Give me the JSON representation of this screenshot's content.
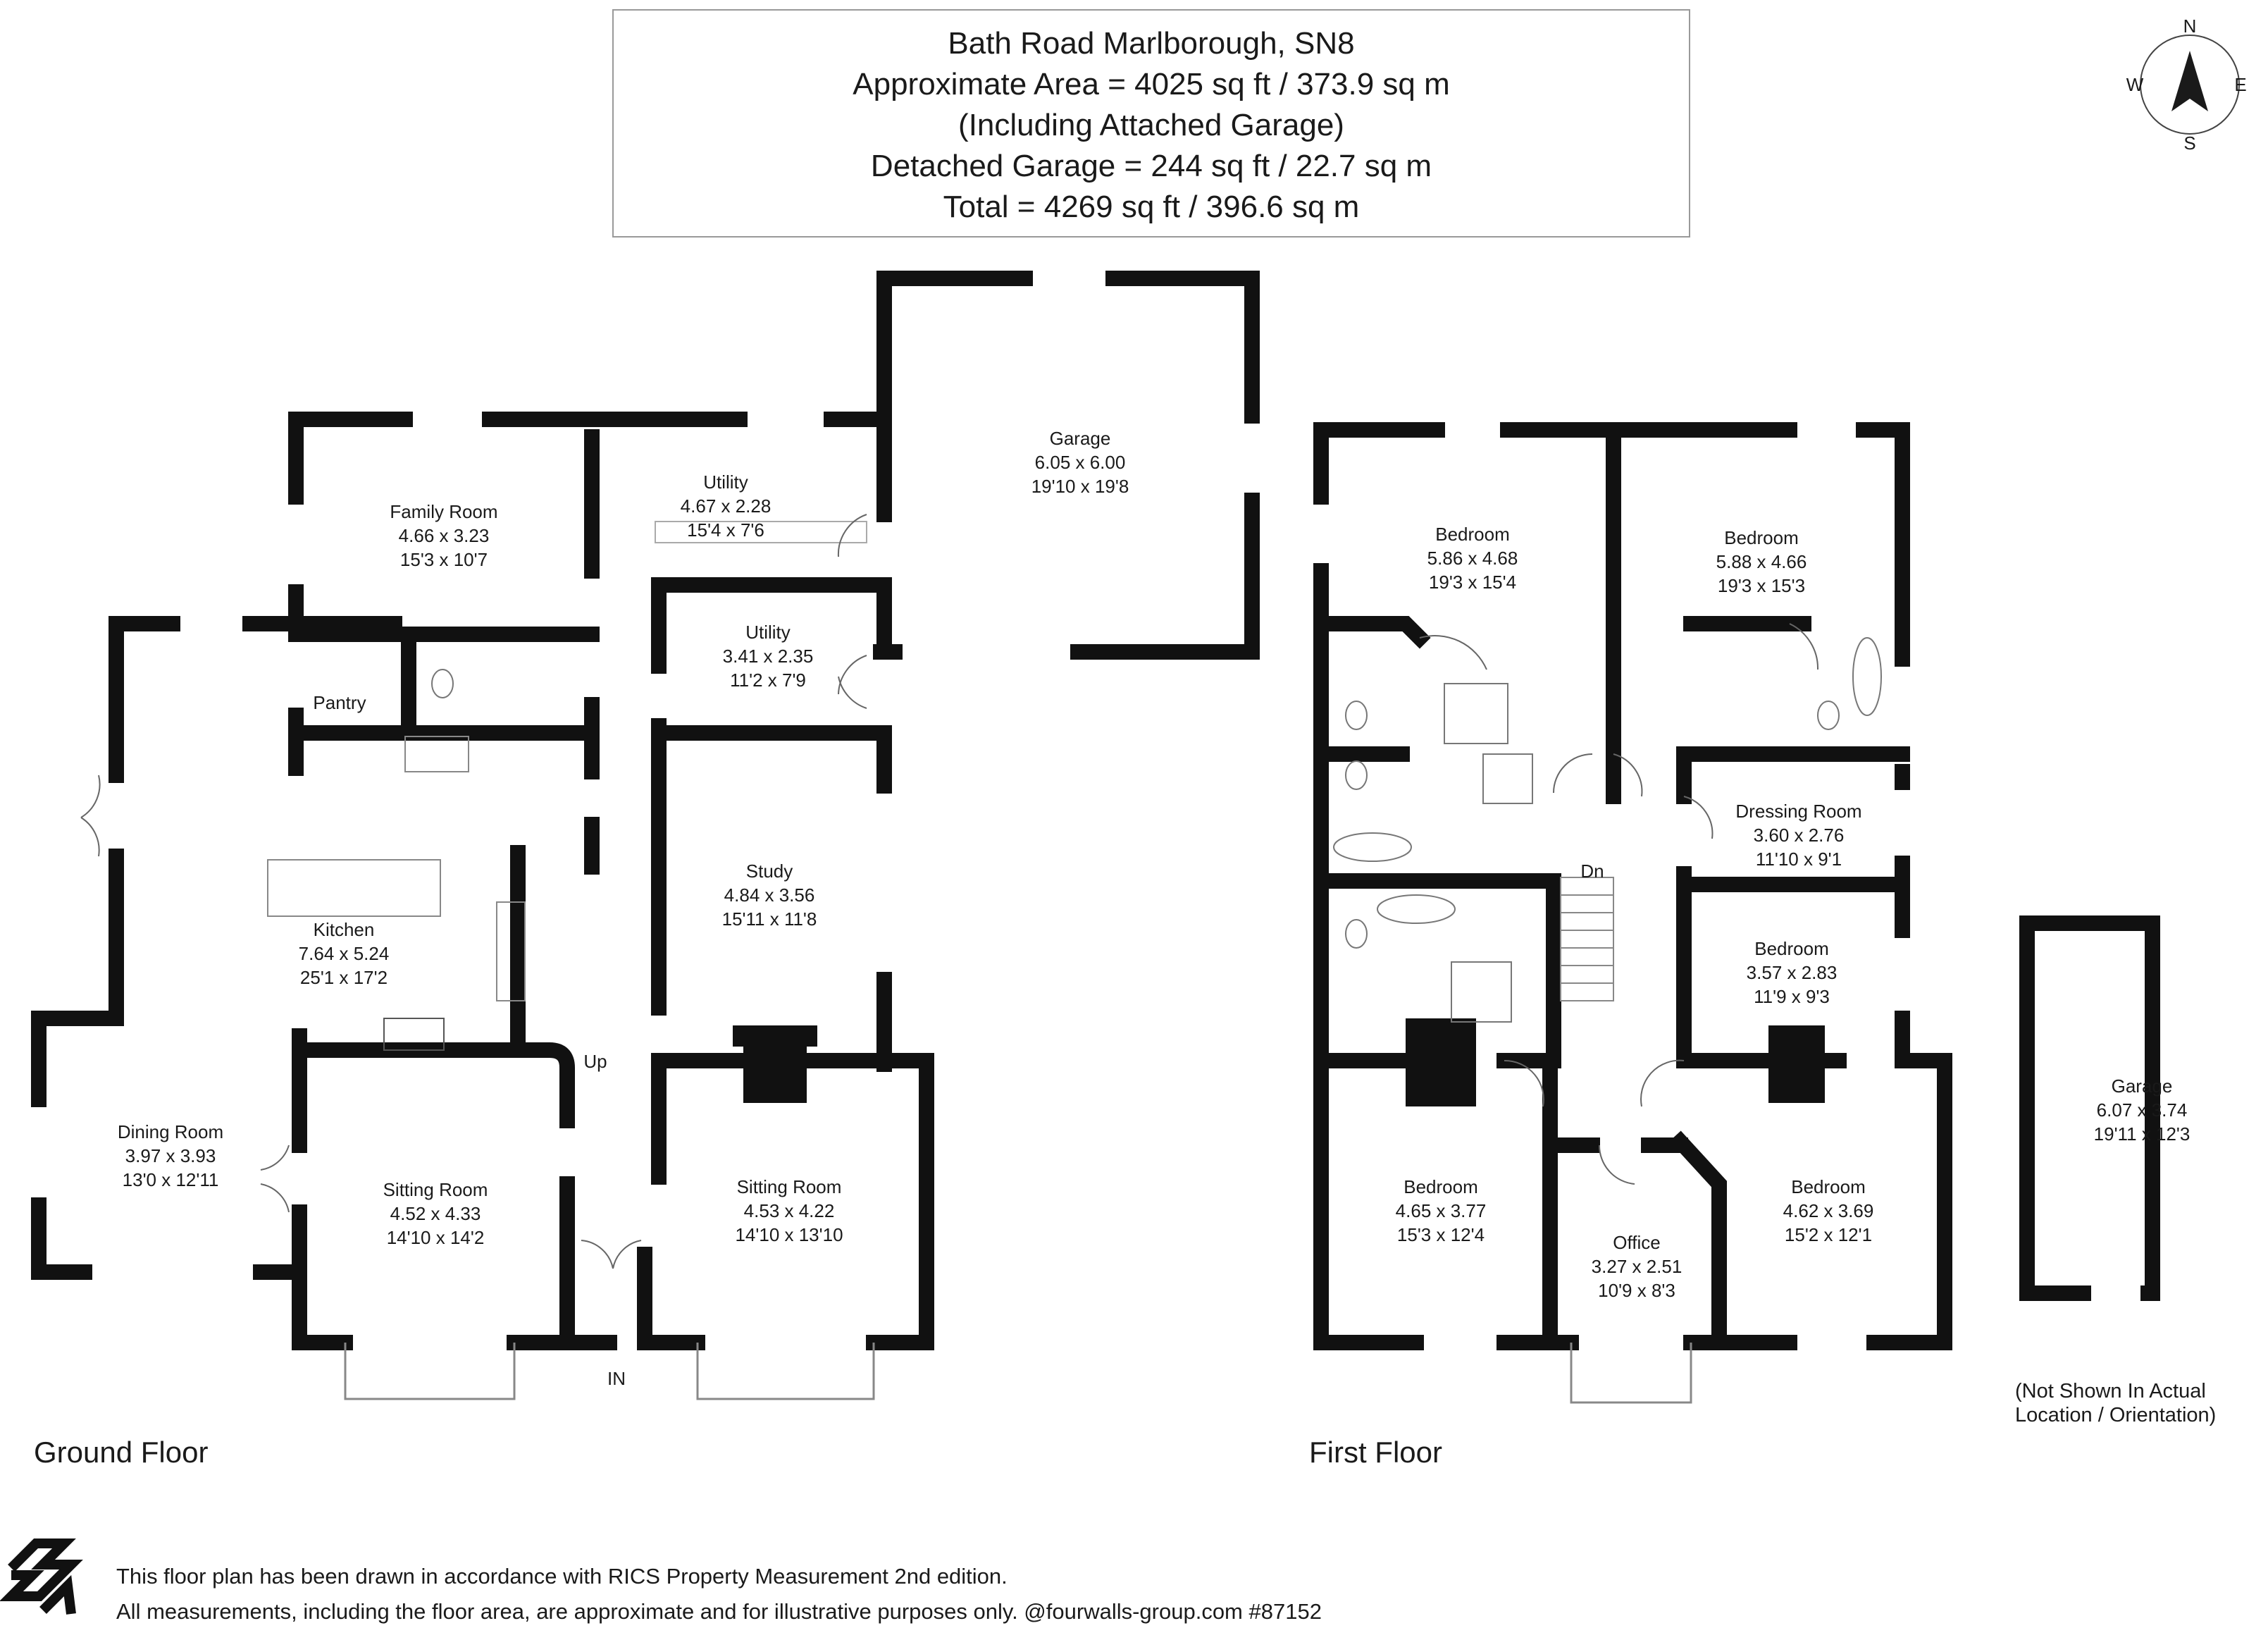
{
  "header": {
    "line1": "Bath Road Marlborough, SN8",
    "line2": "Approximate Area = 4025 sq ft / 373.9 sq m",
    "line3": "(Including Attached Garage)",
    "line4": "Detached Garage = 244 sq ft / 22.7 sq m",
    "line5": "Total = 4269 sq ft / 396.6 sq m"
  },
  "compass": {
    "n": "N",
    "e": "E",
    "s": "S",
    "w": "W",
    "icon": "north-arrow-icon"
  },
  "floors": {
    "ground": "Ground Floor",
    "first": "First Floor"
  },
  "ground_rooms": {
    "family_room": [
      "Family Room",
      "4.66 x 3.23",
      "15'3 x 10'7"
    ],
    "utility1": [
      "Utility",
      "4.67 x 2.28",
      "15'4 x 7'6"
    ],
    "garage": [
      "Garage",
      "6.05 x 6.00",
      "19'10 x 19'8"
    ],
    "utility2": [
      "Utility",
      "3.41 x 2.35",
      "11'2 x 7'9"
    ],
    "pantry": [
      "Pantry"
    ],
    "kitchen": [
      "Kitchen",
      "7.64 x 5.24",
      "25'1 x 17'2"
    ],
    "study": [
      "Study",
      "4.84 x 3.56",
      "15'11 x 11'8"
    ],
    "dining_room": [
      "Dining Room",
      "3.97 x 3.93",
      "13'0 x 12'11"
    ],
    "sitting_room_left": [
      "Sitting Room",
      "4.52 x 4.33",
      "14'10 x 14'2"
    ],
    "sitting_room_right": [
      "Sitting Room",
      "4.53 x 4.22",
      "14'10 x 13'10"
    ],
    "up": "Up",
    "entrance": "IN"
  },
  "first_rooms": {
    "bedroom_nw": [
      "Bedroom",
      "5.86 x 4.68",
      "19'3 x 15'4"
    ],
    "bedroom_ne": [
      "Bedroom",
      "5.88 x 4.66",
      "19'3 x 15'3"
    ],
    "dressing_room": [
      "Dressing Room",
      "3.60 x 2.76",
      "11'10 x 9'1"
    ],
    "bedroom_e": [
      "Bedroom",
      "3.57 x 2.83",
      "11'9 x 9'3"
    ],
    "bedroom_sw": [
      "Bedroom",
      "4.65 x 3.77",
      "15'3 x 12'4"
    ],
    "office": [
      "Office",
      "3.27 x 2.51",
      "10'9 x 8'3"
    ],
    "bedroom_se": [
      "Bedroom",
      "4.62 x 3.69",
      "15'2 x 12'1"
    ],
    "down": "Dn"
  },
  "detached_garage": {
    "label": [
      "Garage",
      "6.07 x 3.74",
      "19'11 x 12'3"
    ],
    "note1": "(Not Shown In Actual",
    "note2": "Location / Orientation)"
  },
  "footer": {
    "logo": "fourwalls-logo-icon",
    "line1": "This floor plan has been drawn in accordance with RICS Property Measurement 2nd edition.",
    "line2": "All measurements, including the floor area, are approximate and for illustrative purposes only. @fourwalls-group.com #87152"
  }
}
